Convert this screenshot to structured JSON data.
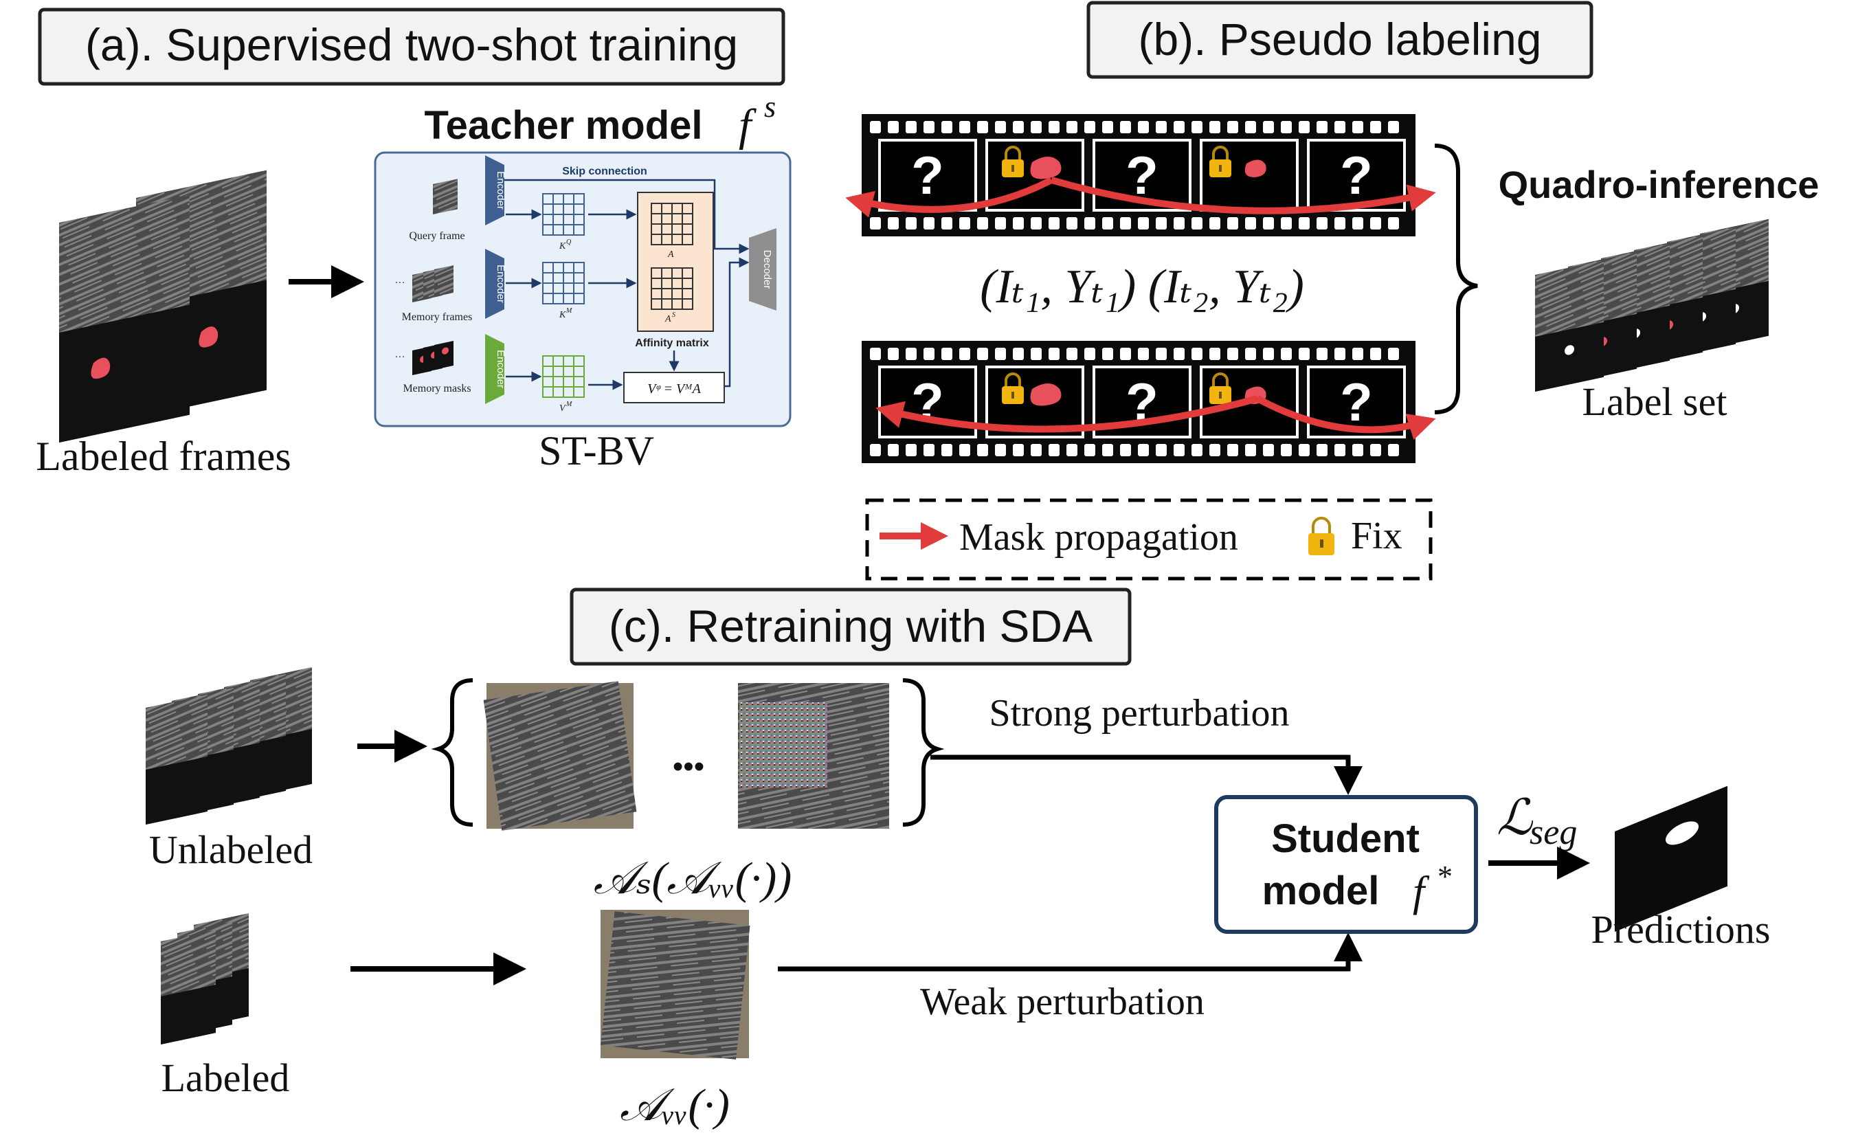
{
  "panels": {
    "a_title": "(a). Supervised two-shot training",
    "b_title": "(b). Pseudo labeling",
    "c_title": "(c). Retraining with SDA"
  },
  "panel_a": {
    "labeled_frames": "Labeled frames",
    "teacher_model": "Teacher model",
    "teacher_symbol": "f",
    "teacher_superscript": "s",
    "network_name": "ST-BV",
    "inset": {
      "skip_connection": "Skip connection",
      "query_frame": "Query frame",
      "memory_frames": "Memory frames",
      "memory_masks": "Memory masks",
      "encoder": "Encoder",
      "decoder": "Decoder",
      "kq": "K",
      "kq_sup": "Q",
      "km": "K",
      "km_sup": "M",
      "vm": "V",
      "vm_sup": "M",
      "a": "A",
      "as": "A",
      "as_sup": "S",
      "affinity": "Affinity matrix",
      "equation": "Vᵠ = VᴹA"
    }
  },
  "panel_b": {
    "question": "?",
    "pair_label": "(Iₜ₁, Yₜ₁)  (Iₜ₂, Yₜ₂)",
    "quadro": "Quadro-inference",
    "label_set": "Label set",
    "legend_propagation": "Mask propagation",
    "legend_fix": "Fix"
  },
  "panel_c": {
    "unlabeled": "Unlabeled",
    "labeled": "Labeled",
    "ellipsis": "•••",
    "strong": "Strong perturbation",
    "weak": "Weak perturbation",
    "as_aw": "𝒜ₛ(𝒜ᵥᵥ(·))",
    "aw": "𝒜ᵥᵥ(·)",
    "student_line1": "Student",
    "student_line2": "model",
    "student_symbol": "f",
    "student_sup": "*",
    "loss": "ℒ",
    "loss_sub": "seg",
    "predictions": "Predictions"
  },
  "colors": {
    "mask_red": "#e8505b",
    "arrow_red": "#e23b3b",
    "lock_gold": "#f2b40f",
    "inset_bg": "#e8f0fa",
    "inset_border": "#4a6a9a",
    "encoder_blue": "#3e5f8f",
    "encoder_green": "#6aaa3a",
    "student_border": "#1f3a5f",
    "affinity_box": "#fbe5d0"
  }
}
